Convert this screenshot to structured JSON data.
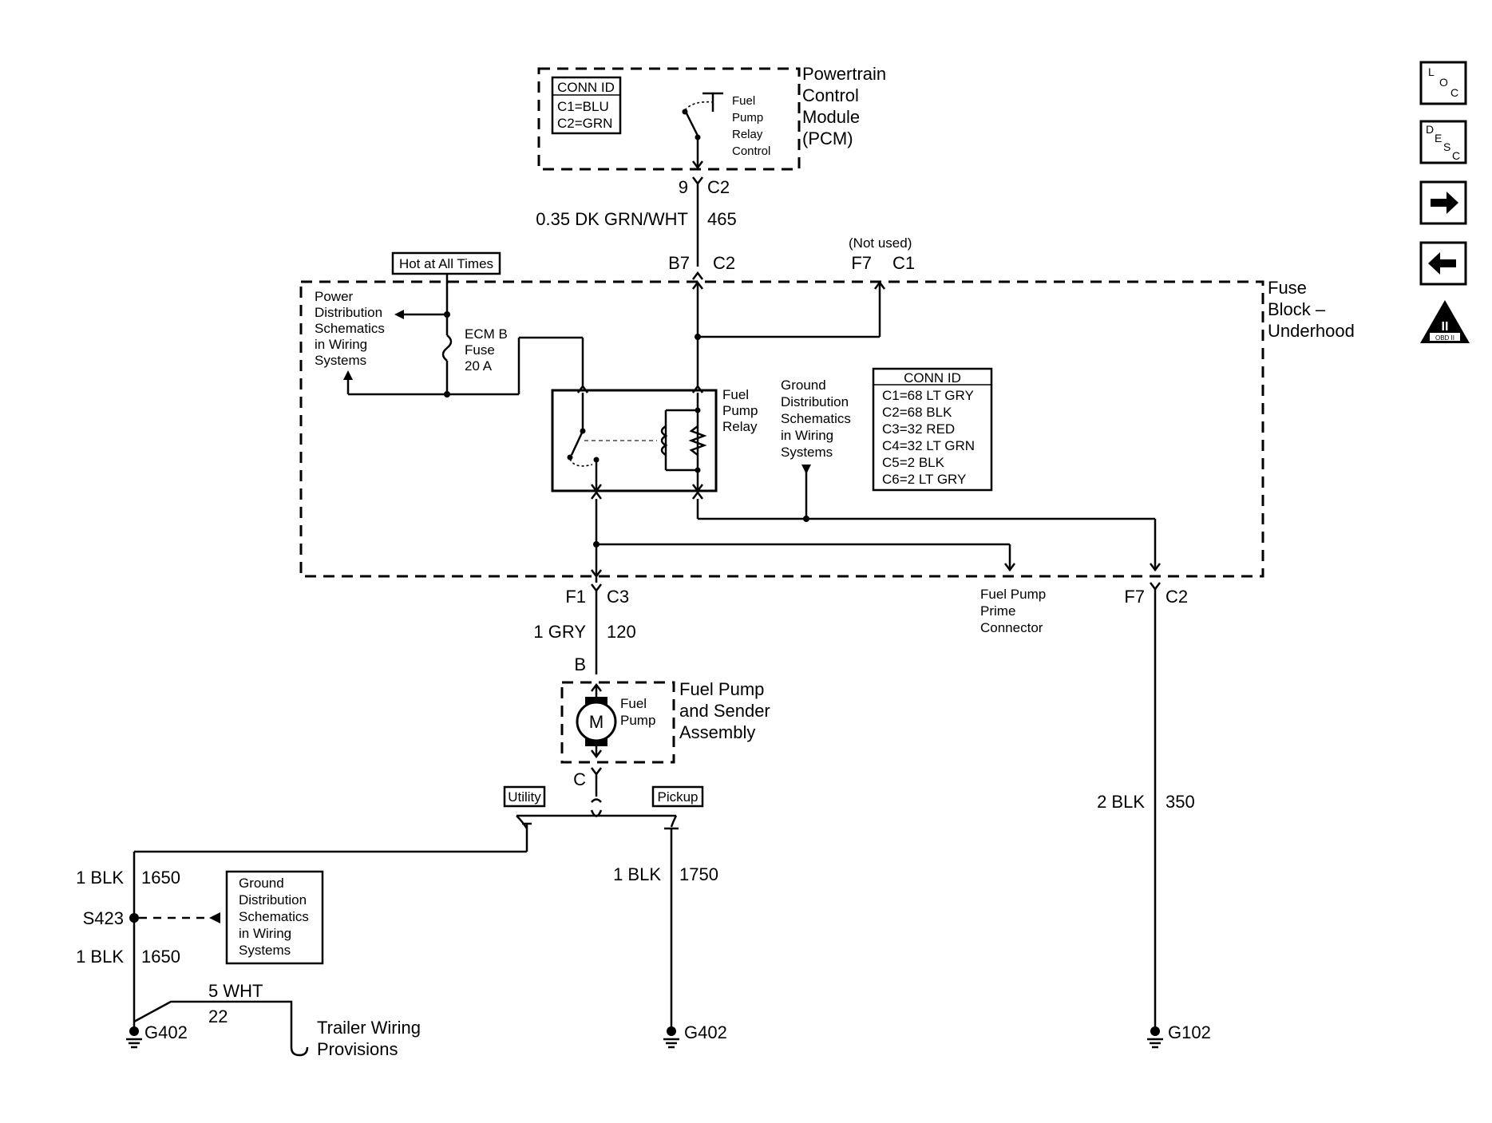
{
  "pcm": {
    "title_lines": [
      "Powertrain",
      "Control",
      "Module",
      "(PCM)"
    ],
    "conn_id_title": "CONN ID",
    "conn_id_rows": [
      "C1=BLU",
      "C2=GRN"
    ],
    "relay_control_lines": [
      "Fuel",
      "Pump",
      "Relay",
      "Control"
    ],
    "pin": "9",
    "connector": "C2"
  },
  "wire_465": {
    "gauge_color": "0.35 DK GRN/WHT",
    "circuit": "465"
  },
  "fuse_block": {
    "title_lines": [
      "Fuse",
      "Block –",
      "Underhood"
    ],
    "pin_b7": "B7",
    "conn_b7": "C2",
    "not_used": "(Not used)",
    "pin_f7_top": "F7",
    "conn_f7_top": "C1",
    "hot_label": "Hot at All Times",
    "power_dist_lines": [
      "Power",
      "Distribution",
      "Schematics",
      "in Wiring",
      "Systems"
    ],
    "fuse_lines": [
      "ECM B",
      "Fuse",
      "20 A"
    ],
    "relay_lines": [
      "Fuel",
      "Pump",
      "Relay"
    ],
    "ground_dist_lines": [
      "Ground",
      "Distribution",
      "Schematics",
      "in Wiring",
      "Systems"
    ],
    "conn_id_title": "CONN ID",
    "conn_id_rows": [
      "C1=68 LT GRY",
      "C2=68 BLK",
      "C3=32 RED",
      "C4=32 LT GRN",
      "C5=2 BLK",
      "C6=2 LT GRY"
    ],
    "prime_lines": [
      "Fuel Pump",
      "Prime",
      "Connector"
    ],
    "pin_f1": "F1",
    "conn_f1": "C3",
    "pin_f7_bot": "F7",
    "conn_f7_bot": "C2"
  },
  "wire_120": {
    "gauge_color": "1 GRY",
    "circuit": "120"
  },
  "wire_350": {
    "gauge_color": "2 BLK",
    "circuit": "350"
  },
  "pump_assembly": {
    "pin_b": "B",
    "pin_c": "C",
    "motor": "M",
    "pump_lines": [
      "Fuel",
      "Pump"
    ],
    "title_lines": [
      "Fuel Pump",
      "and Sender",
      "Assembly"
    ]
  },
  "variants": {
    "utility": "Utility",
    "pickup": "Pickup"
  },
  "wire_1650_top": {
    "gauge_color": "1 BLK",
    "circuit": "1650"
  },
  "splice": "S423",
  "ground_dist_box_lines": [
    "Ground",
    "Distribution",
    "Schematics",
    "in Wiring",
    "Systems"
  ],
  "wire_1650_bot": {
    "gauge_color": "1 BLK",
    "circuit": "1650"
  },
  "wire_22": {
    "gauge_color": "5 WHT",
    "circuit": "22"
  },
  "trailer_lines": [
    "Trailer Wiring",
    "Provisions"
  ],
  "wire_1750": {
    "gauge_color": "1 BLK",
    "circuit": "1750"
  },
  "grounds": {
    "g402_left": "G402",
    "g402_mid": "G402",
    "g102": "G102"
  },
  "nav": {
    "loc": [
      "L",
      "O",
      "C"
    ],
    "desc": [
      "D",
      "E",
      "S",
      "C"
    ],
    "forward_icon": "arrow-right-icon",
    "back_icon": "arrow-left-icon",
    "obd": [
      "II",
      "OBD II"
    ]
  }
}
